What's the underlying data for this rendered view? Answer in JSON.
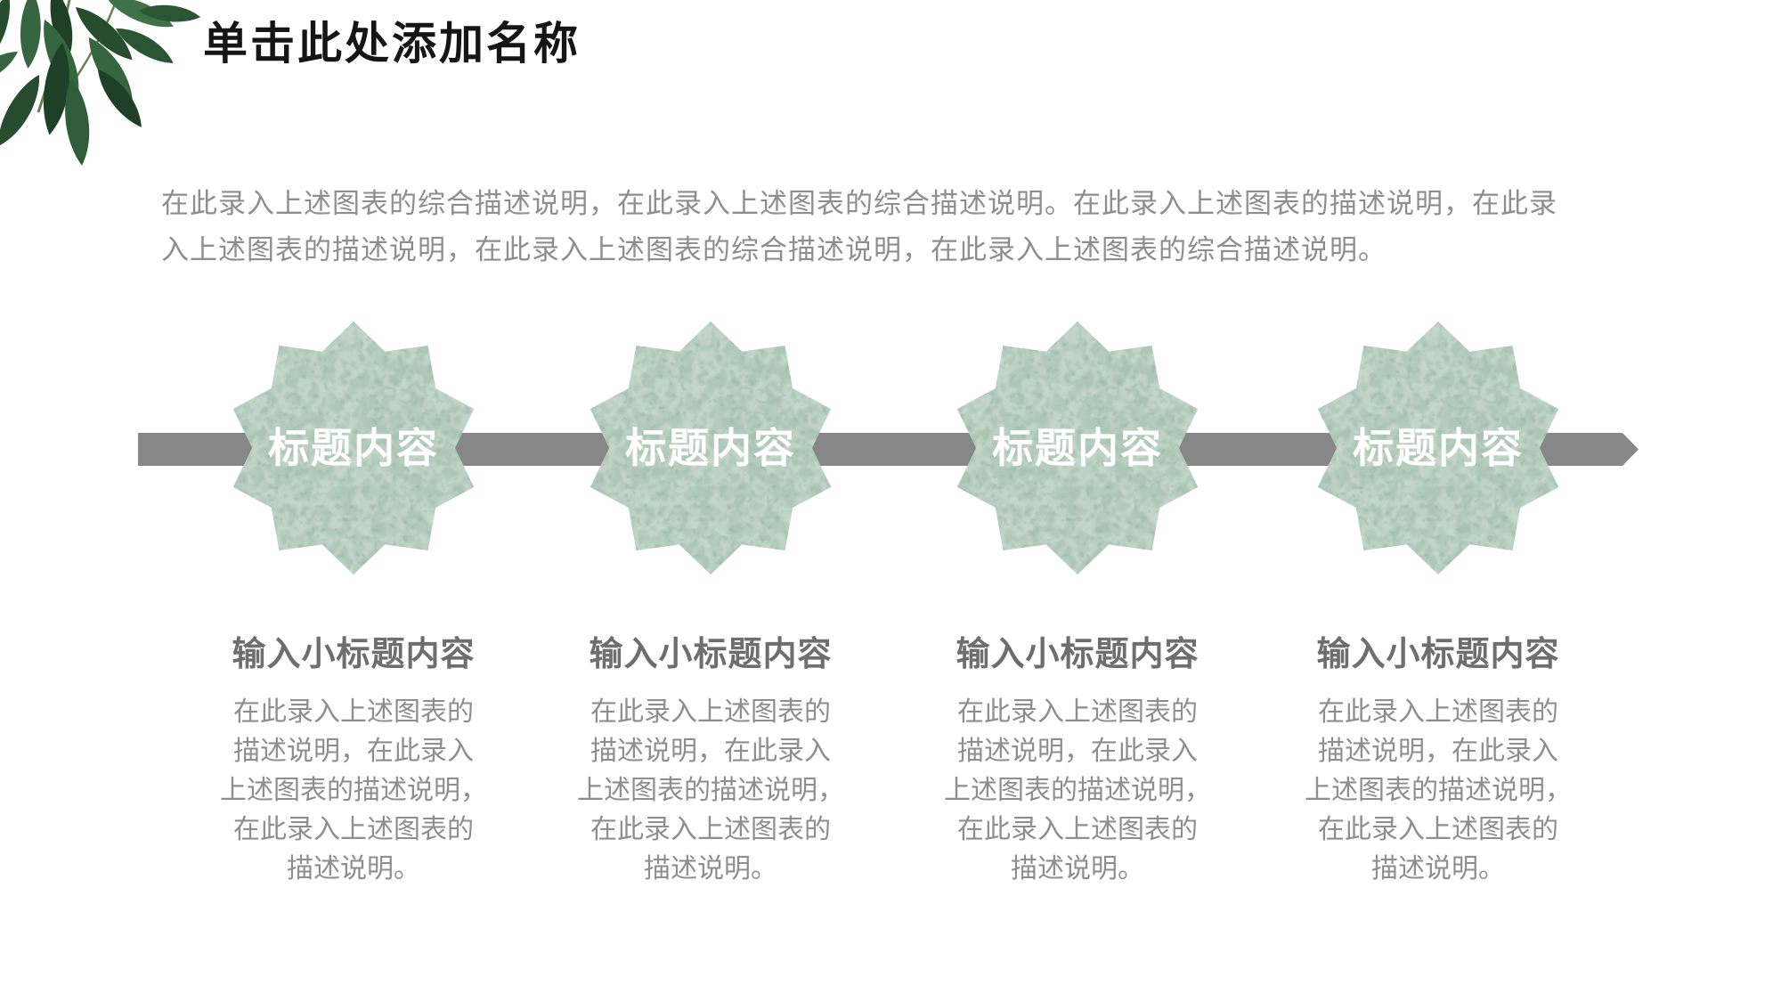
{
  "slide": {
    "title": "单击此处添加名称",
    "description": {
      "lines": [
        "在此录入上述图表的综合描述说明，在此录入上述图表的综合描述说明。在此录入上述图表的描述说明，在此录",
        "入上述图表的描述说明，在此录入上述图表的综合描述说明，在此录入上述图表的综合描述说明。"
      ]
    },
    "timeline": {
      "items": [
        {
          "badge_label": "标题内容",
          "subtitle": "输入小标题内容",
          "body_lines": [
            "在此录入上述图表的",
            "描述说明，在此录入",
            "上述图表的描述说明，",
            "在此录入上述图表的",
            "描述说明。"
          ]
        },
        {
          "badge_label": "标题内容",
          "subtitle": "输入小标题内容",
          "body_lines": [
            "在此录入上述图表的",
            "描述说明，在此录入",
            "上述图表的描述说明，",
            "在此录入上述图表的",
            "描述说明。"
          ]
        },
        {
          "badge_label": "标题内容",
          "subtitle": "输入小标题内容",
          "body_lines": [
            "在此录入上述图表的",
            "描述说明，在此录入",
            "上述图表的描述说明，",
            "在此录入上述图表的",
            "描述说明。"
          ]
        },
        {
          "badge_label": "标题内容",
          "subtitle": "输入小标题内容",
          "body_lines": [
            "在此录入上述图表的",
            "描述说明，在此录入",
            "上述图表的描述说明，",
            "在此录入上述图表的",
            "描述说明。"
          ]
        }
      ]
    },
    "decor": {
      "leaf_icon": "olive-branch-leaves"
    },
    "colors": {
      "star_green_base": "#b5cdbe",
      "star_green_dark": "#9bb8a6",
      "star_green_light": "#d9e6dc",
      "arrow_gray": "#878787",
      "title_text": "#151515",
      "subtitle_text": "#6e6e6e",
      "body_text": "#8e8e8e",
      "badge_text": "#ffffff"
    }
  }
}
